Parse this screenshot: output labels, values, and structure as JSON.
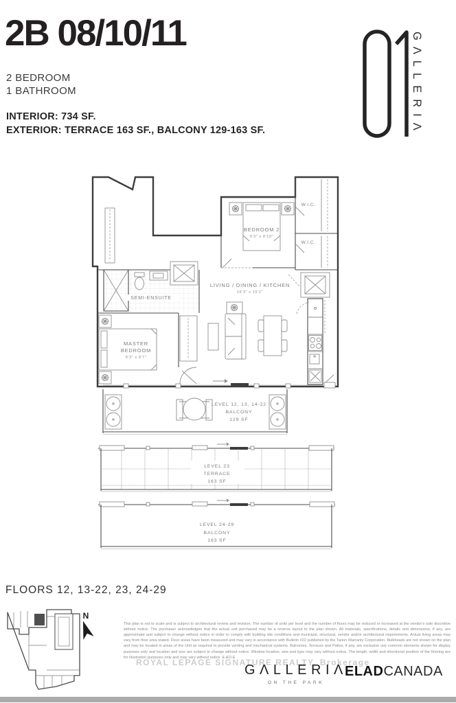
{
  "header": {
    "title": "2B 08/10/11",
    "line1": "2 BEDROOM",
    "line2": "1 BATHROOM",
    "interior": "INTERIOR: 734 SF.",
    "exterior": "EXTERIOR: TERRACE 163 SF., BALCONY 129-163 SF."
  },
  "brand": {
    "number": "01",
    "name_vertical": "GΛLLERIΛ"
  },
  "plan": {
    "bedroom2_label": "BEDROOM 2",
    "bedroom2_dims": "9'3\" x 8'10\"",
    "wic1": "W.I.C.",
    "wic2": "W.I.C.",
    "semi_ensuite": "SEMI-ENSUITE",
    "master_line1": "MASTER",
    "master_line2": "BEDROOM",
    "master_dims": "9'3\" x 9'7\"",
    "living_label": "LIVING / DINING / KITCHEN",
    "living_dims": "16'3\" x 15'1\""
  },
  "outdoor": {
    "balcony1_line1": "LEVEL 12, 13, 14-22",
    "balcony1_line2": "BALCONY",
    "balcony1_line3": "129 SF",
    "terrace_line1": "LEVEL 23",
    "terrace_line2": "TERRACE",
    "terrace_line3": "163 SF",
    "balcony2_line1": "LEVEL 24-29",
    "balcony2_line2": "BALCONY",
    "balcony2_line3": "163 SF"
  },
  "footer": {
    "floors_label": "FLOORS 12, 13-22, 23, 24-29",
    "north": "N",
    "disclaimer": "This plan is not to scale and is subject to architectural review and revision. The number of units per level and the number of floors may be reduced or increased at the vendor's sole discretion without notice. The purchaser acknowledges that the actual unit purchased may be a reverse layout to the plan shown. All materials, specifications, details and dimensions, if any, are approximate and subject to change without notice in order to comply with building site conditions and municipal, structural, vendor and/or architectural requirements. Actual living areas may vary from floor area stated. Floor areas have been measured and may vary in accordance with Bulletin #22 published by the Tarion Warranty Corporation. Bulkheads are not shown on the plan and may be located in areas of the Unit as required to provide venting and mechanical systems. Balconies, Terraces and Patios, if any, are exclusive use common elements shown for display purposes only and location and size are subject to change without notice. Window location, size and type may vary without notice. The length, width and directional position of the flooring are for illustration purposes only and may vary without notice. E.&O.E.",
    "watermark": "ROYAL LEPAGE SIGNATURE REALTY, Brokerage",
    "galleria_logo": "GΛLLERIΛ",
    "galleria_sub": "ON THE PARK",
    "elad_bold": "ELAD",
    "elad_light": "CANADA"
  },
  "colors": {
    "wall": "#3d3d3d",
    "furniture": "#8f8f8f",
    "label_gray": "#7b7b7b",
    "watermark_gray": "#cccccc",
    "bottom_bar": "#ababab"
  }
}
